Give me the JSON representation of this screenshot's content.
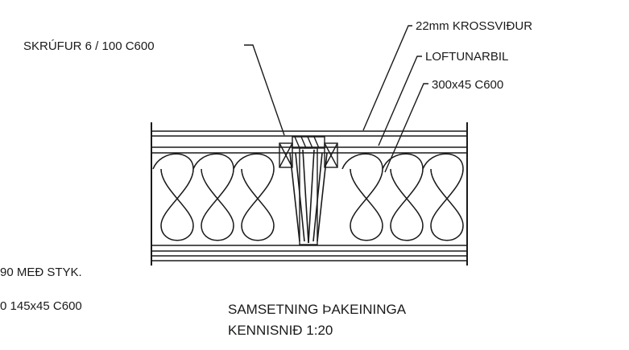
{
  "labels": {
    "screws": "SKRÚFUR 6 / 100 C600",
    "plywood": "22mm KROSSVIÐUR",
    "batten": "LOFTUNARBIL",
    "joist": "300x45 C600",
    "left_line1": "90 MEÐ STYK.",
    "left_line2": "0 145x45 C600"
  },
  "title": {
    "line1": "SAMSETNING ÞAKEININGA",
    "line2": "KENNISNIÐ 1:20"
  }
}
